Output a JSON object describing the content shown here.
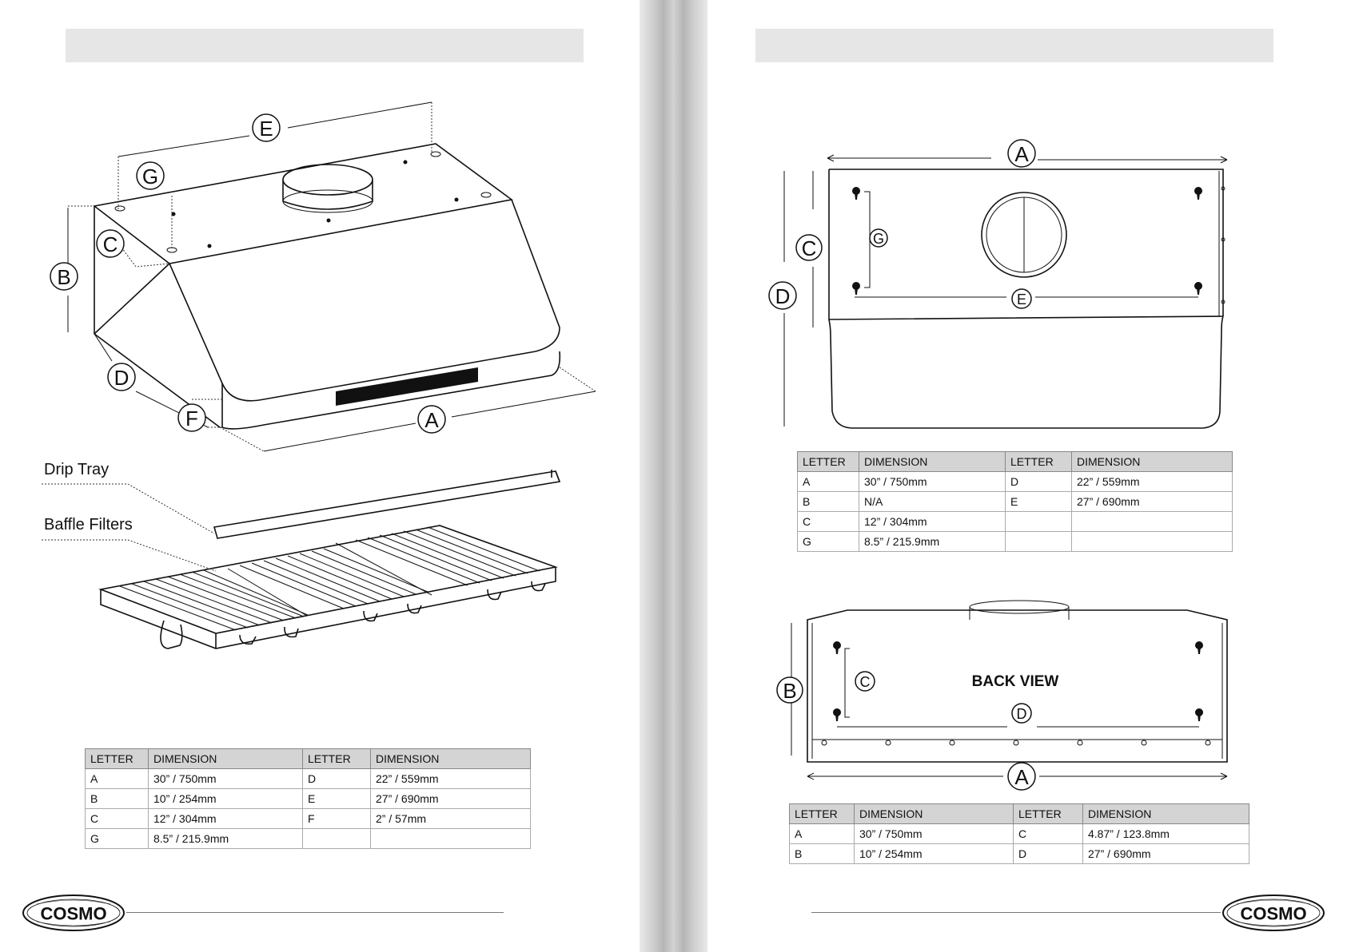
{
  "brand": {
    "name": "COSMO"
  },
  "left_page": {
    "labels": {
      "a": "A",
      "b": "B",
      "c": "C",
      "d": "D",
      "e": "E",
      "f": "F",
      "g": "G"
    },
    "callouts": {
      "drip_tray": "Drip Tray",
      "baffle_filters": "Baffle Filters"
    },
    "table": {
      "headers": [
        "LETTER",
        "DIMENSION",
        "LETTER",
        "DIMENSION"
      ],
      "rows": [
        [
          "A",
          "30” / 750mm",
          "D",
          "22” / 559mm"
        ],
        [
          "B",
          "10” / 254mm",
          "E",
          "27” / 690mm"
        ],
        [
          "C",
          "12” / 304mm",
          "F",
          "2”  / 57mm"
        ],
        [
          "G",
          "8.5” / 215.9mm",
          "",
          ""
        ]
      ]
    }
  },
  "right_page": {
    "top_labels": {
      "a": "A",
      "c": "C",
      "d": "D",
      "e": "E",
      "g": "G"
    },
    "top_table": {
      "headers": [
        "LETTER",
        "DIMENSION",
        "LETTER",
        "DIMENSION"
      ],
      "rows": [
        [
          "A",
          "30” / 750mm",
          "D",
          "22” / 559mm"
        ],
        [
          "B",
          "N/A",
          "E",
          "27” / 690mm"
        ],
        [
          "C",
          "12” / 304mm",
          "",
          ""
        ],
        [
          "G",
          "8.5” / 215.9mm",
          "",
          ""
        ]
      ]
    },
    "back_labels": {
      "a": "A",
      "b": "B",
      "c": "C",
      "d": "D"
    },
    "back_view_title": "BACK VIEW",
    "bottom_table": {
      "headers": [
        "LETTER",
        "DIMENSION",
        "LETTER",
        "DIMENSION"
      ],
      "rows": [
        [
          "A",
          "30” / 750mm",
          "C",
          "4.87” / 123.8mm"
        ],
        [
          "B",
          "10” / 254mm",
          "D",
          "27” / 690mm"
        ]
      ]
    }
  }
}
